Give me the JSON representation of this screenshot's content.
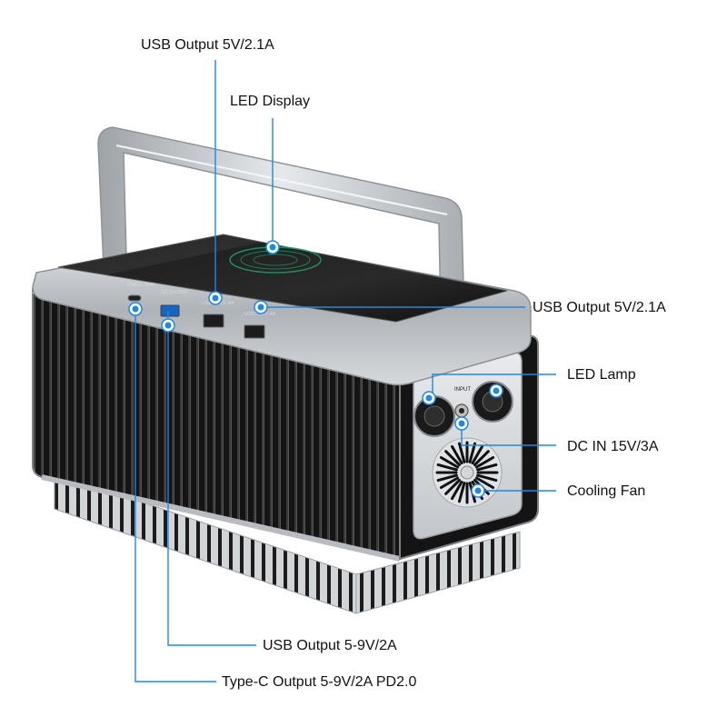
{
  "colors": {
    "accent": "#1e88e5",
    "body_black": "#141414",
    "metal": "#c8ccd0"
  },
  "callouts": {
    "usb_top": "USB Output 5V/2.1A",
    "led_display": "LED Display",
    "usb_right": "USB Output 5V/2.1A",
    "led_lamp": "LED Lamp",
    "dc_in": "DC IN 15V/3A",
    "cooling_fan": "Cooling Fan",
    "usb_qc": "USB Output 5-9V/2A",
    "type_c": "Type-C Output 5-9V/2A PD2.0"
  },
  "ports": {
    "usb_c": "USB-C 18W",
    "qc": "QC3.0 18W",
    "usb1": "USB1 5V/2.4A",
    "usb2": "USB2 5V/2.4A"
  },
  "side_panel": {
    "input": "INPUT"
  },
  "icons": [
    "usb-c-port",
    "qc-usb-port",
    "usb-port",
    "led-lamp",
    "dc-input-jack",
    "cooling-fan",
    "wireless-led-display"
  ]
}
